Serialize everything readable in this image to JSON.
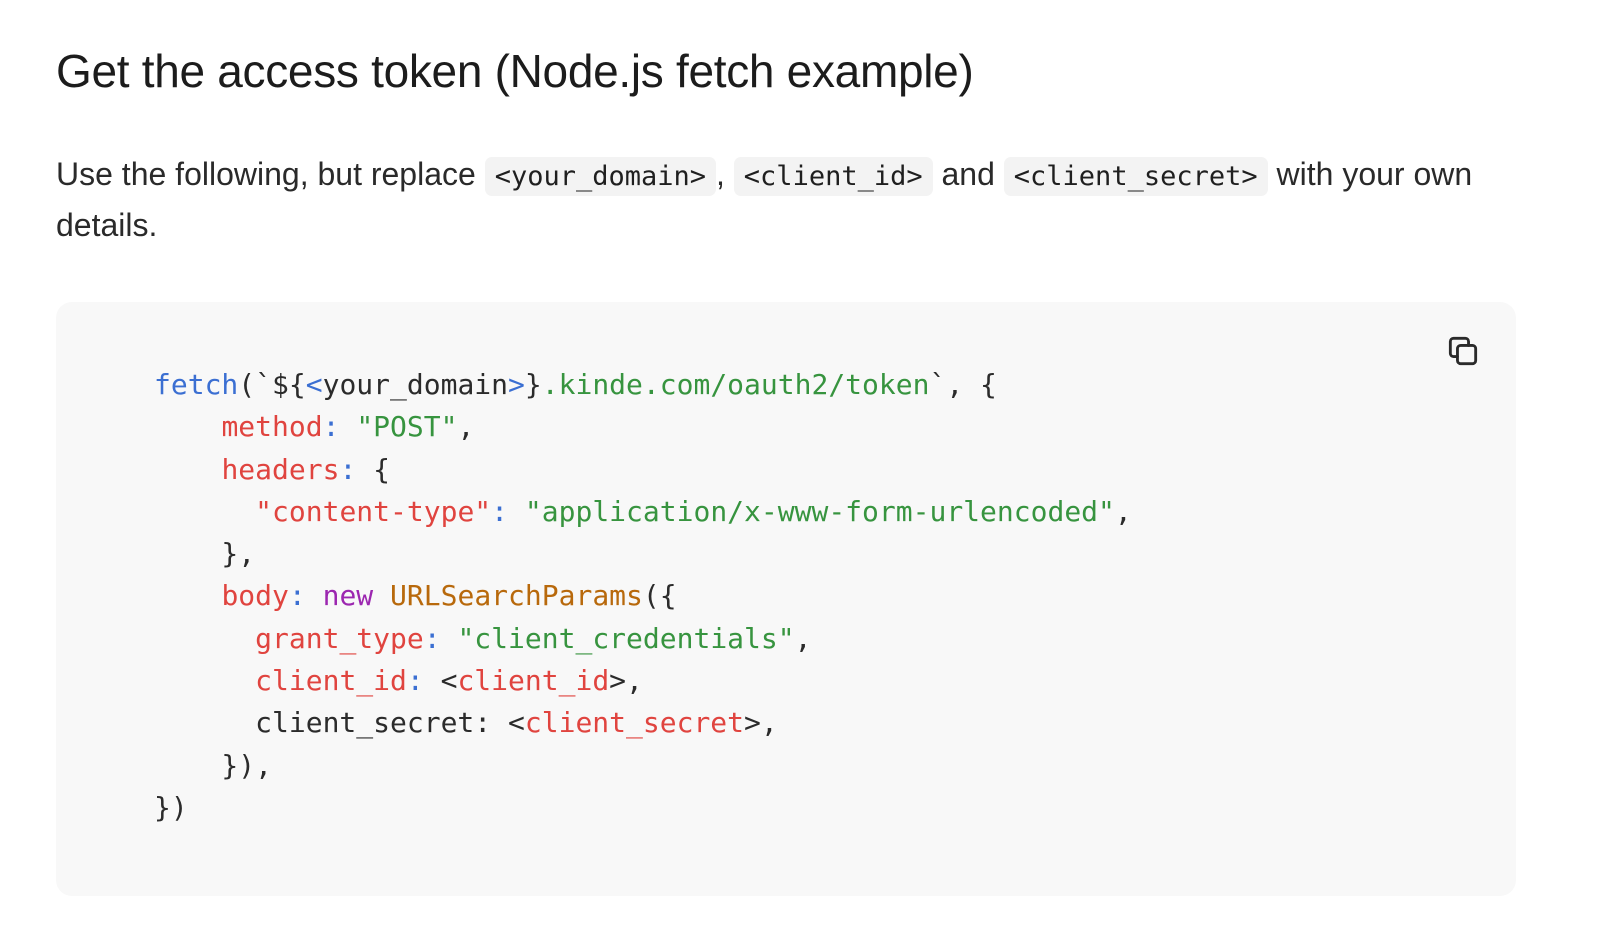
{
  "heading": "Get the access token (Node.js fetch example)",
  "intro": {
    "before": "Use the following, but replace ",
    "code1": "<your_domain>",
    "sep1": ", ",
    "code2": "<client_id>",
    "sep2": " and ",
    "code3": "<client_secret>",
    "after": " with your own details."
  },
  "copy_button": {
    "icon": "copy-icon"
  },
  "code_lines": [
    [
      [
        "fn",
        "fetch"
      ],
      [
        "pl",
        "(`${"
      ],
      [
        "pc",
        "<"
      ],
      [
        "pl",
        "your_domain"
      ],
      [
        "pc",
        ">"
      ],
      [
        "pl",
        "}"
      ],
      [
        "st",
        ".kinde.com/oauth2/token"
      ],
      [
        "pl",
        "`, {"
      ]
    ],
    [
      [
        "pl",
        "    "
      ],
      [
        "pr",
        "method"
      ],
      [
        "pc",
        ":"
      ],
      [
        "pl",
        " "
      ],
      [
        "st",
        "\"POST\""
      ],
      [
        "pl",
        ","
      ]
    ],
    [
      [
        "pl",
        "    "
      ],
      [
        "pr",
        "headers"
      ],
      [
        "pc",
        ":"
      ],
      [
        "pl",
        " {"
      ]
    ],
    [
      [
        "pl",
        "      "
      ],
      [
        "pr",
        "\"content-type\""
      ],
      [
        "pc",
        ":"
      ],
      [
        "pl",
        " "
      ],
      [
        "st",
        "\"application/x-www-form-urlencoded\""
      ],
      [
        "pl",
        ","
      ]
    ],
    [
      [
        "pl",
        "    },"
      ]
    ],
    [
      [
        "pl",
        "    "
      ],
      [
        "pr",
        "body"
      ],
      [
        "pc",
        ":"
      ],
      [
        "pl",
        " "
      ],
      [
        "kw",
        "new"
      ],
      [
        "pl",
        " "
      ],
      [
        "cl",
        "URLSearchParams"
      ],
      [
        "pl",
        "({"
      ]
    ],
    [
      [
        "pl",
        "      "
      ],
      [
        "pr",
        "grant_type"
      ],
      [
        "pc",
        ":"
      ],
      [
        "pl",
        " "
      ],
      [
        "st",
        "\"client_credentials\""
      ],
      [
        "pl",
        ","
      ]
    ],
    [
      [
        "pl",
        "      "
      ],
      [
        "pr",
        "client_id"
      ],
      [
        "pc",
        ":"
      ],
      [
        "pl",
        " <"
      ],
      [
        "pr",
        "client_id"
      ],
      [
        "pl",
        ">,"
      ]
    ],
    [
      [
        "pl",
        "      client_secret: <"
      ],
      [
        "pr",
        "client_secret"
      ],
      [
        "pl",
        ">,"
      ]
    ],
    [
      [
        "pl",
        "    }),"
      ]
    ],
    [
      [
        "pl",
        "})"
      ]
    ]
  ],
  "colors": {
    "function": "#3b6fd2",
    "string": "#37943f",
    "property": "#e0443f",
    "keyword": "#9c27b0",
    "class": "#b8690c",
    "code_background": "#f8f8f8",
    "inline_code_background": "#f3f3f3"
  }
}
